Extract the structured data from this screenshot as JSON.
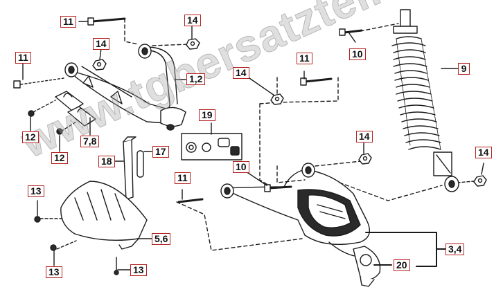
{
  "watermark": "www.tgbersatzteile.de",
  "callouts": {
    "c11a": "11",
    "c14a": "14",
    "c11b": "11",
    "c14b": "14",
    "c12a": "12",
    "c12b": "12",
    "c78": "7,8",
    "c12": "1,2",
    "c19": "19",
    "c17": "17",
    "c18": "18",
    "c14c": "14",
    "c11c": "11",
    "c10a": "10",
    "c9": "9",
    "c14d": "14",
    "c14e": "14",
    "c10b": "10",
    "c11d": "11",
    "c13a": "13",
    "c56": "5,6",
    "c13b": "13",
    "c13c": "13",
    "c34": "3,4",
    "c20": "20"
  },
  "colors": {
    "callout_border": "#b4201e",
    "line": "#1a1a1a",
    "part_fill": "#ffffff",
    "shadow_fill": "#2a2a2a"
  }
}
